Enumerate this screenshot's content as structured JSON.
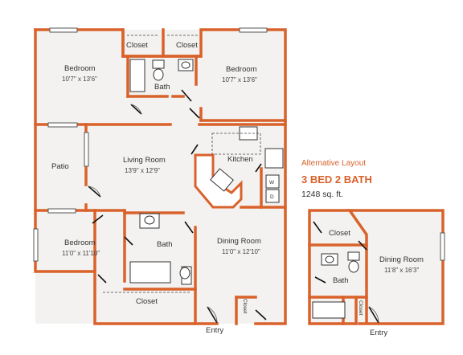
{
  "plan": {
    "rooms": [
      {
        "id": "bedroom-1",
        "name": "Bedroom",
        "size": "10'7\" x 13'6\""
      },
      {
        "id": "closet-1",
        "name": "Closet",
        "size": ""
      },
      {
        "id": "closet-2",
        "name": "Closet",
        "size": ""
      },
      {
        "id": "bath-1",
        "name": "Bath",
        "size": ""
      },
      {
        "id": "bedroom-2",
        "name": "Bedroom",
        "size": "10'7\" x 13'6\""
      },
      {
        "id": "patio",
        "name": "Patio",
        "size": ""
      },
      {
        "id": "living-room",
        "name": "Living Room",
        "size": "13'9\" x 12'9\""
      },
      {
        "id": "kitchen",
        "name": "Kitchen",
        "size": ""
      },
      {
        "id": "bedroom-3",
        "name": "Bedroom",
        "size": "11'0\" x 11'10\""
      },
      {
        "id": "bath-2",
        "name": "Bath",
        "size": ""
      },
      {
        "id": "dining-room",
        "name": "Dining Room",
        "size": "11'0\" x 12'10\""
      },
      {
        "id": "closet-3",
        "name": "Closet",
        "size": ""
      },
      {
        "id": "closet-4",
        "name": "Closet",
        "size": ""
      }
    ],
    "entry_label": "Entry",
    "washer_label": "W",
    "dryer_label": "D"
  },
  "info": {
    "alternative_label": "Alternative Layout",
    "layout_title": "3 BED 2 BATH",
    "square_feet": "1248 sq. ft."
  },
  "alt_plan": {
    "closet_label": "Closet",
    "bath_label": "Bath",
    "dining_name": "Dining Room",
    "dining_size": "11'8\" x 16'3\"",
    "small_closet_label": "Closet",
    "entry_label": "Entry"
  },
  "colors": {
    "wall": "#d9622b",
    "floor": "#f3f2f0"
  }
}
